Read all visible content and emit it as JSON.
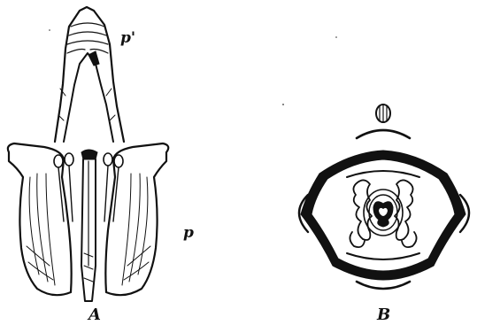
{
  "labels": {
    "p_prime": "p'",
    "p": "p",
    "A": "A",
    "B": "B"
  },
  "colors": {
    "ink": "#111111",
    "paper": "#ffffff"
  }
}
